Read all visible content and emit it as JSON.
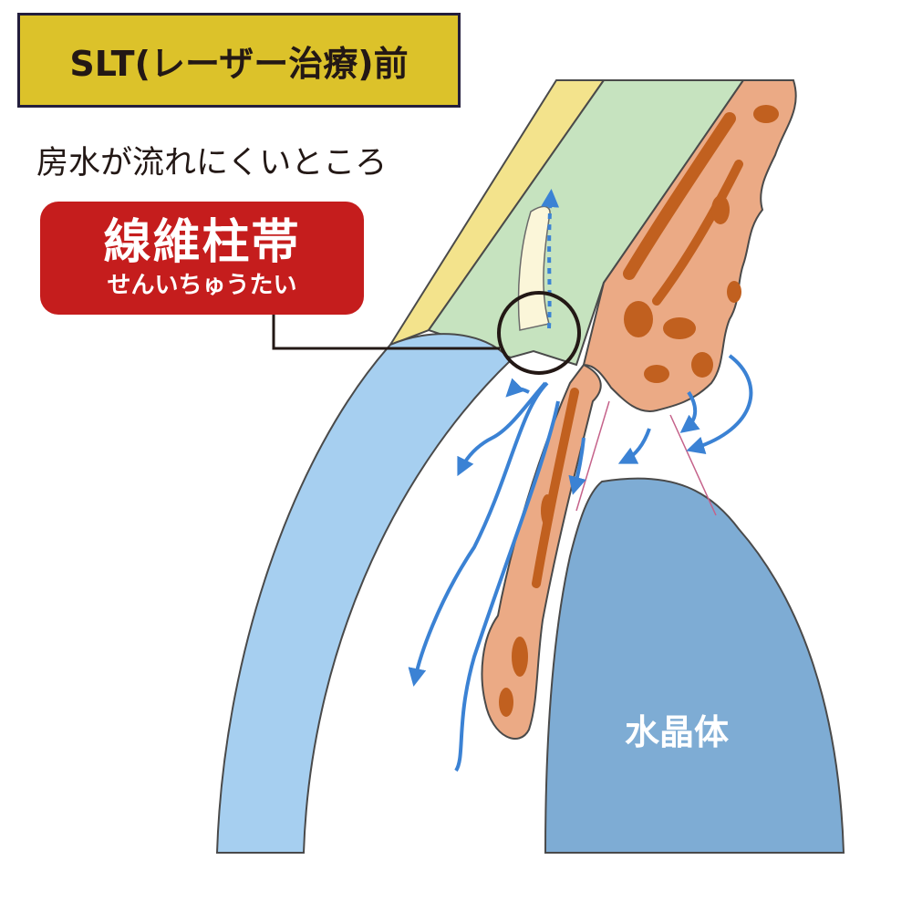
{
  "title": "SLT(レーザー治療)前",
  "subtitle": "房水が流れにくいところ",
  "callout": {
    "main": "線維柱帯",
    "reading": "せんいちゅうたい"
  },
  "lens_label": "水晶体",
  "colors": {
    "title_bg": "#dcc22a",
    "callout_bg": "#c51d1d",
    "sclera_outer": "#f3e38c",
    "sclera_inner": "#c6e3bf",
    "cornea": "#a6cff0",
    "iris_ciliary": "#ebaa85",
    "iris_dark": "#c1601f",
    "lens": "#7eacd4",
    "flow_arrows": "#3b82d4",
    "zonule": "#c5628a"
  }
}
